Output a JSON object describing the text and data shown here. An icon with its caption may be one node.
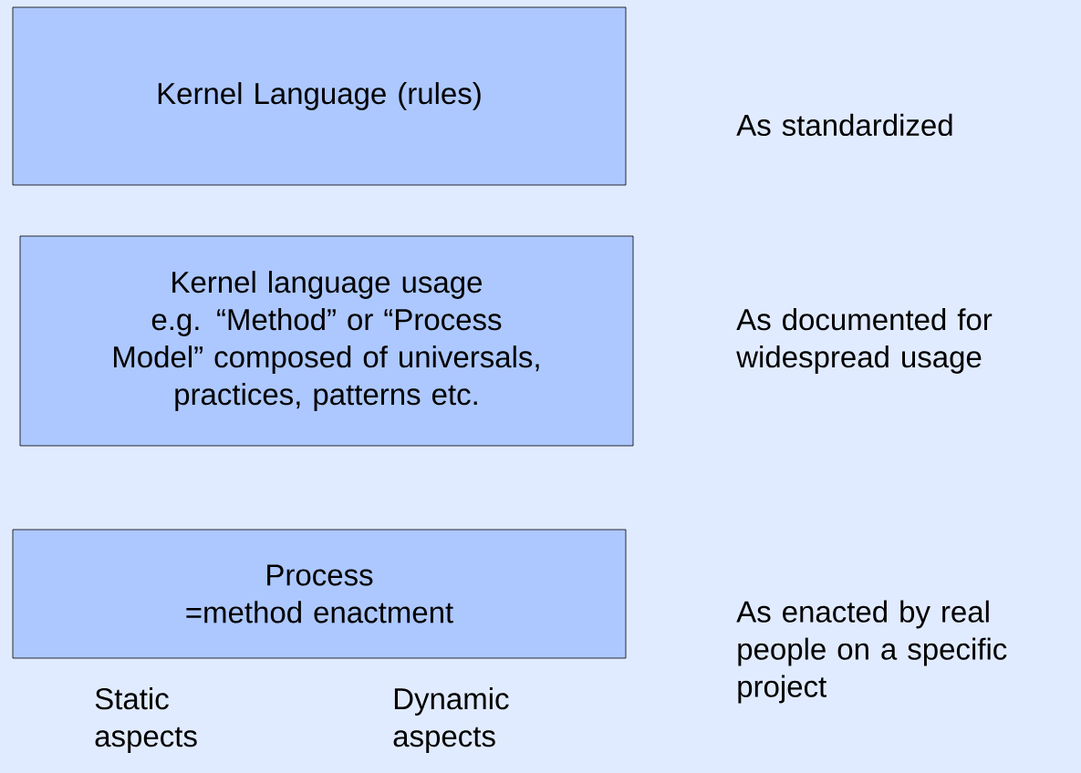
{
  "diagram": {
    "nodes": [
      {
        "text": [
          "Kernel Language (rules)"
        ]
      },
      {
        "text": [
          "Kernel language usage",
          "e.g. “Method” or “Process Model” composed of universals, practices, patterns etc."
        ]
      },
      {
        "text": [
          "Process",
          "=method enactment"
        ]
      }
    ],
    "labels": [
      "As standardized",
      "As documented for widespread usage",
      "As enacted by real people on a specific project",
      "Static aspects",
      "Dynamic aspects"
    ]
  }
}
